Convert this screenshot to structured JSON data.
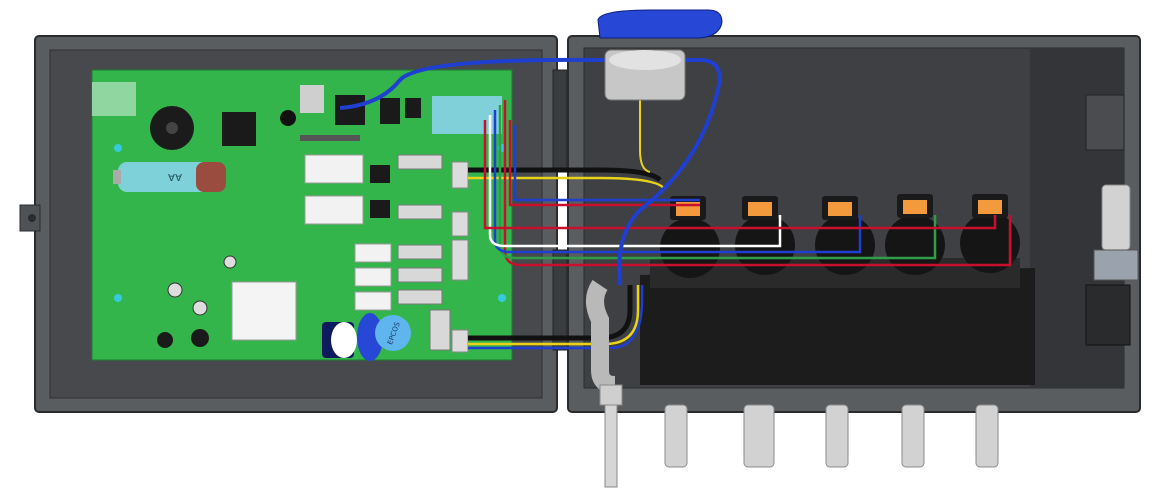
{
  "battery": {
    "label": "AA"
  },
  "capacitor": {
    "label": "EPCOS"
  },
  "colors": {
    "enclosure": "#55585b",
    "enclosure_inner": "#3b3d40",
    "pcb": "#33b54c",
    "wire_blue": "#1f3fd0",
    "wire_red": "#c8102e",
    "wire_yellow": "#e8d21a",
    "connector_orange": "#f39a3c",
    "cap_blue": "#2747d6"
  },
  "sensor_connectors": [
    "connector-1",
    "connector-2",
    "connector-3",
    "connector-4",
    "connector-5"
  ]
}
